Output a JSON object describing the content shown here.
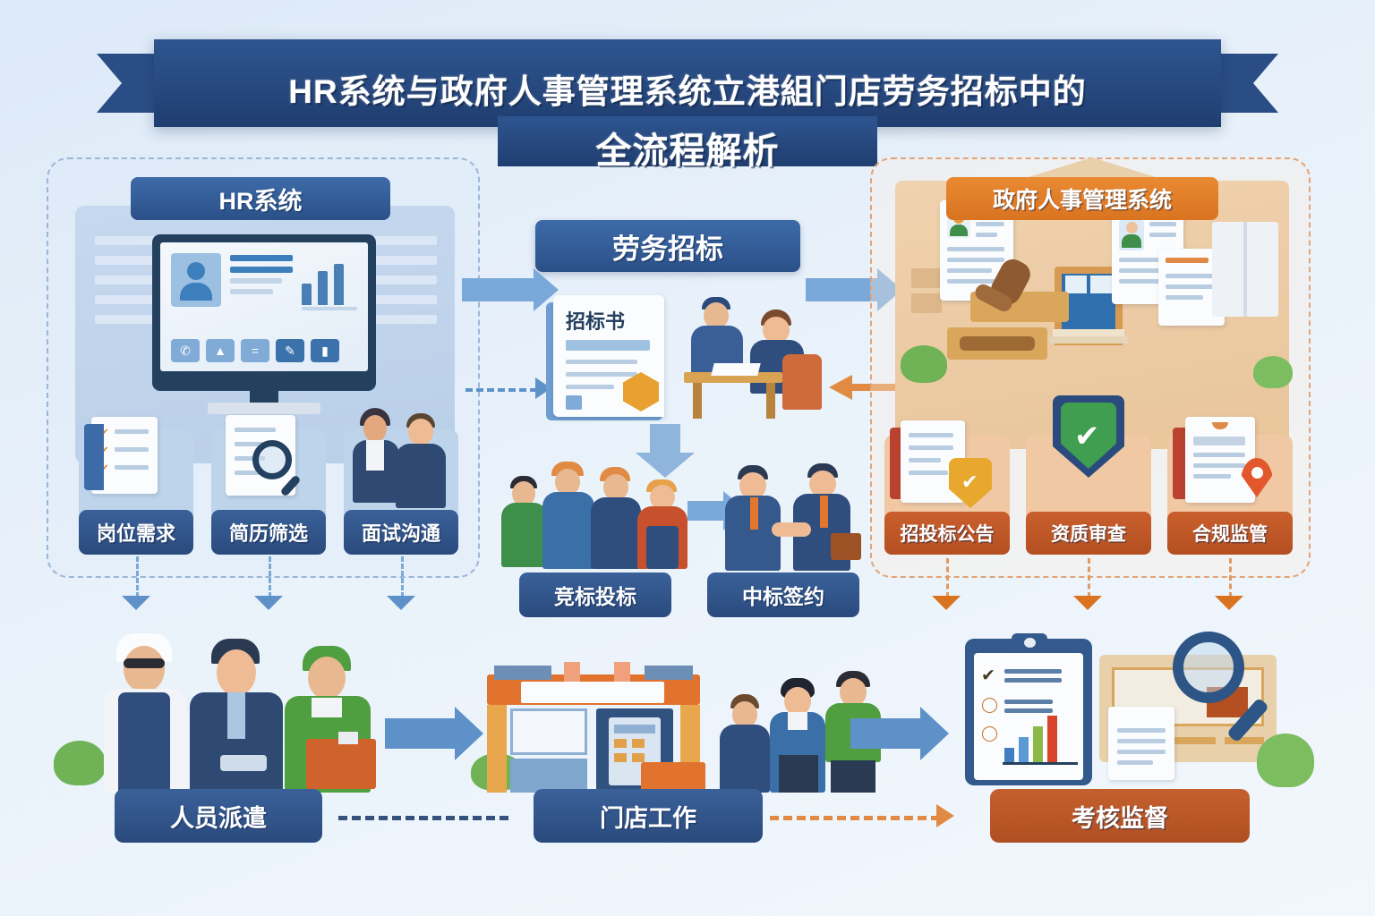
{
  "title": {
    "line1": "HR系统与政府人事管理系统立港組门店劳务招标中的",
    "line2": "全流程解析"
  },
  "panels": {
    "hr": {
      "header": "HR系统",
      "accent": "#2b5088",
      "cards": [
        {
          "label": "岗位需求",
          "icon": "checklist-icon"
        },
        {
          "label": "简历筛选",
          "icon": "magnifier-document-icon"
        },
        {
          "label": "面试沟通",
          "icon": "two-people-icon"
        }
      ]
    },
    "government": {
      "header": "政府人事管理系统",
      "accent": "#d9731f",
      "cards": [
        {
          "label": "招投标公告",
          "icon": "document-shield-icon"
        },
        {
          "label": "资质审查",
          "icon": "green-shield-check-icon"
        },
        {
          "label": "合规监管",
          "icon": "document-pin-icon"
        }
      ]
    }
  },
  "center": {
    "bid_header": "劳务招标",
    "contract_doc_label": "招标书",
    "steps": [
      {
        "label": "竞标投标",
        "icon": "workers-group-icon"
      },
      {
        "label": "中标签约",
        "icon": "handshake-icon"
      }
    ]
  },
  "bottom": {
    "steps": [
      {
        "label": "人员派遣",
        "icon": "workers-dispatch-icon",
        "accent": "#2b5088"
      },
      {
        "label": "门店工作",
        "icon": "storefront-icon",
        "accent": "#2b5088"
      },
      {
        "label": "考核监督",
        "icon": "clipboard-audit-icon",
        "accent": "#b44f22"
      }
    ]
  },
  "colors": {
    "background": "#e8f1fa",
    "ribbon": "#1f3e70",
    "blue_primary": "#2b5088",
    "blue_light": "#7aa8d8",
    "orange_primary": "#d9731f",
    "orange_dark": "#b44f22",
    "green_shield": "#3f9e4f",
    "shield_navy": "#2b4a7d"
  }
}
